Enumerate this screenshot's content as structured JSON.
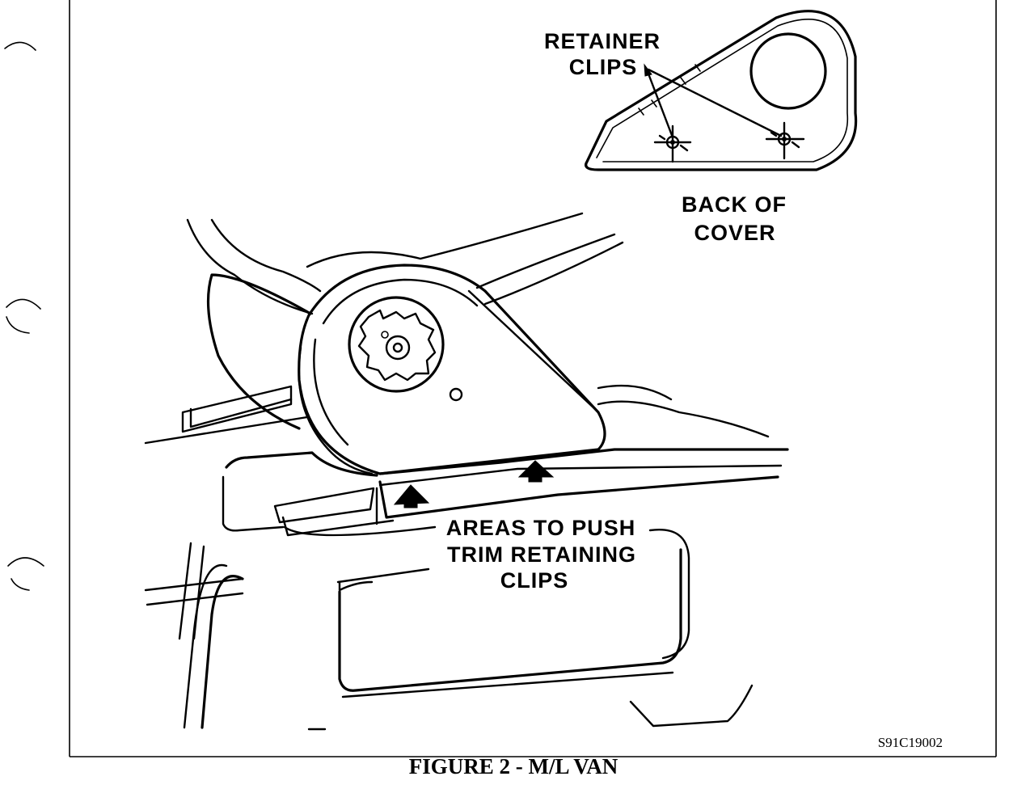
{
  "labels": {
    "retainer_line1": "RETAINER",
    "retainer_line2": "CLIPS",
    "back_line1": "BACK OF",
    "back_line2": "COVER",
    "areas_line1": "AREAS TO PUSH",
    "areas_line2": "TRIM RETAINING",
    "areas_line3": "CLIPS",
    "figure_code": "S91C19002"
  },
  "caption": "FIGURE 2 - M/L VAN"
}
